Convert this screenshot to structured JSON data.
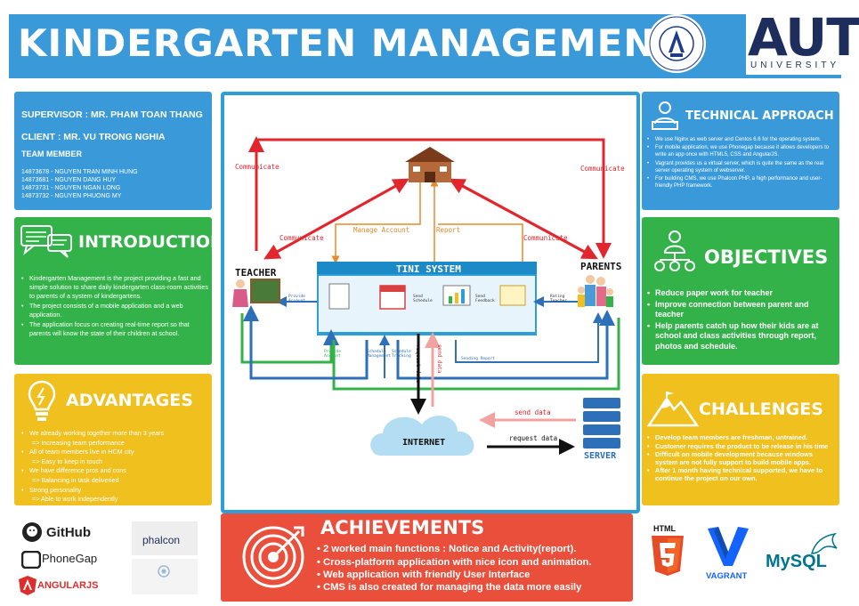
{
  "header": {
    "title": "KINDERGARTEN MANAGEMENT",
    "university_logo_text": "AUT",
    "university_logo_sub": "UNIVERSITY"
  },
  "team": {
    "supervisor": "SUPERVISOR : MR. PHAM TOAN THANG",
    "client": "CLIENT : MR. VU TRONG NGHIA",
    "team_member_heading": "TEAM MEMBER",
    "members": [
      "14873678 - NGUYEN TRAN MINH HUNG",
      "14873681 - NGUYEN DANG HUY",
      "14873731 - NGUYEN NGAN LONG",
      "14873732 - NGUYEN PHUONG MY"
    ]
  },
  "introduction": {
    "heading": "INTRODUCTION",
    "bullets": [
      "Kindergarten Management is the project providing a fast and simple solution to share daily kindergarten class-room activities to parents of a system of kindergartens.",
      "The project consists of a mobile application and a web application.",
      "The application focus on creating real-time report so that parents will know the state of their children at school."
    ]
  },
  "advantages": {
    "heading": "ADVANTAGES",
    "items": [
      {
        "text": "We already working together more than 3 years",
        "sub": "=> Increasing team performance"
      },
      {
        "text": "All of team members live in HCM city",
        "sub": "=> Easy to keep in touch"
      },
      {
        "text": "We have difference pros and cons",
        "sub": "=> Balancing in task deliveried"
      },
      {
        "text": "Strong personality",
        "sub": "=> Able to work independently"
      }
    ]
  },
  "diagram": {
    "system_title": "TINI SYSTEM",
    "teacher": "TEACHER",
    "parents": "PARENTS",
    "internet": "INTERNET",
    "server": "SERVER",
    "communicate_1": "Communicate",
    "communicate_2": "Communicate",
    "communicate_3": "Communicate",
    "communicate_4": "Communicate",
    "manage_account": "Manage Account",
    "report": "Report",
    "provide_account": "Provide Account",
    "send_schedule": "Send Schedule",
    "send_feedback": "Send Feedback",
    "rating_teacher": "Rating Teacher",
    "provide_account_2": "Provide Account",
    "schedule_management": "Schedule Management",
    "schedule_tracking": "Schedule Tracking",
    "sending_report": "Sending Report",
    "request_data_v": "request data",
    "send_data_v": "send data",
    "send_data_h": "send data",
    "request_data_h": "request data"
  },
  "technical": {
    "heading": "TECHNICAL APPROACH",
    "bullets": [
      "We use Nginx as web server and Centos 6.6 for the operating system.",
      "For mobile application, we use Phonegap because it allows developers to write an app once with HTML5, CSS and AngularJS.",
      "Vagrant provides us a virtual server, which is quite the same as the real server operating system of webserver.",
      "For building CMS, we use Phalcon PHP, a high performance and user-friendly PHP framework."
    ]
  },
  "objectives": {
    "heading": "OBJECTIVES",
    "bullets": [
      "Reduce paper work for teacher",
      "Improve connection between parent and teacher",
      "Help parents catch up how their kids are at school and class activities through report, photos and schedule."
    ]
  },
  "challenges": {
    "heading": "CHALLENGES",
    "bullets": [
      "Develop team members are freshman, untrained.",
      "Customer requires the product to be release in his time",
      "Difficult on mobile development because windows system are not fully support to build mobile apps.",
      "After 1 month having technical supported, we have to continue the project on our own."
    ]
  },
  "achievements": {
    "heading": "ACHIEVEMENTS",
    "items": [
      "2 worked main functions : Notice and Activity(report).",
      "Cross-platform application with nice icon and animation.",
      "Web application with friendly User Interface",
      "CMS is also created for managing the data more easily"
    ]
  },
  "logos": {
    "github": "GitHub",
    "phonegap": "PhoneGap",
    "angular": "ANGULARJS",
    "phalcon": "phalcon",
    "html": "HTML",
    "vagrant": "VAGRANT",
    "mysql": "MySQL"
  },
  "colors": {
    "blue": "#3a9ad9",
    "green": "#34b24a",
    "yellow": "#f0c01f",
    "red": "#ea4f3c"
  }
}
